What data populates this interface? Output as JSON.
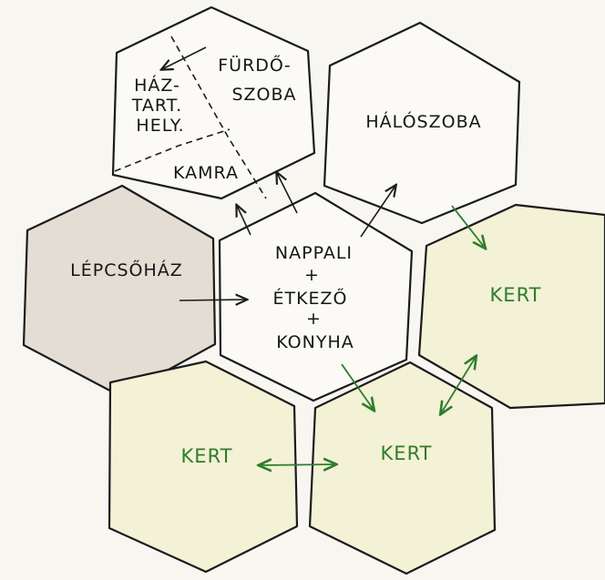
{
  "rooms": {
    "haztart": [
      "HÁZ-",
      "TART.",
      "HELY."
    ],
    "furdo": [
      "FÜRDŐ-",
      "SZOBA"
    ],
    "kamra": "KAMRA",
    "haloszoba": "HÁLÓSZOBA",
    "lepcsohaz": "LÉPCSŐHÁZ",
    "nappali": [
      "NAPPALI",
      "+",
      "ÉTKEZŐ",
      "+",
      "KONYHA"
    ],
    "kert_right": "KERT",
    "kert_left": "KERT",
    "kert_bottom": "KERT"
  },
  "colors": {
    "outline": "#1b1b1b",
    "interior_fill": "#fbfaf6",
    "stairwell_fill": "#e3ddd4",
    "garden_fill": "#f3f1d6",
    "garden_text": "#2f7d2b"
  }
}
